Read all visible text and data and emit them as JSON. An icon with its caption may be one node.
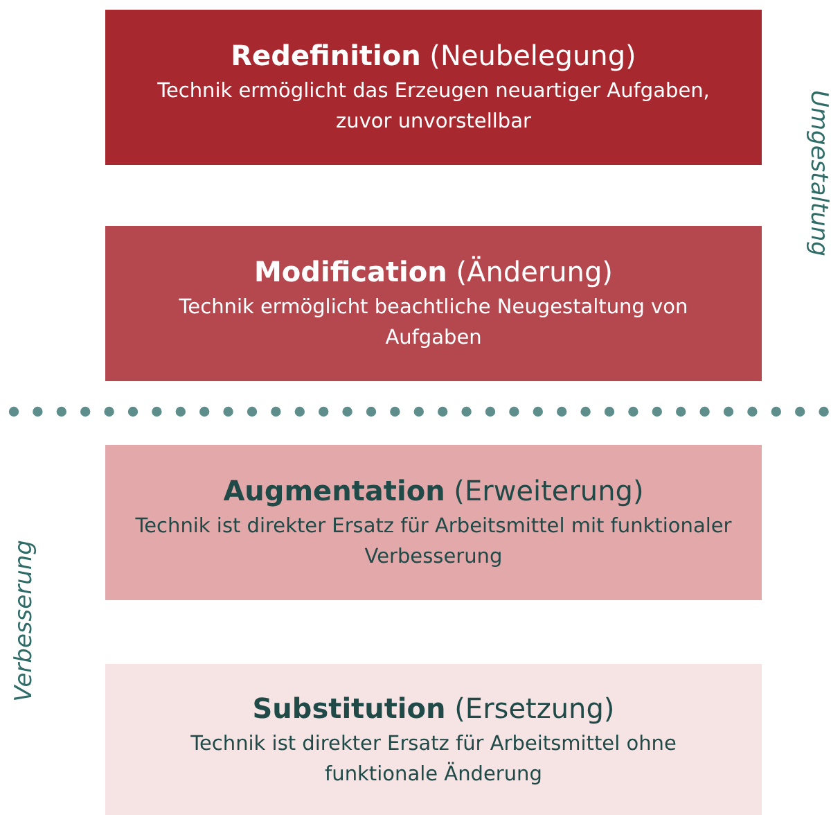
{
  "diagram": {
    "nodes": [
      {
        "text": [
          "**Redefinition** (Neubelegung)",
          "Technik ermöglicht das Erzeugen neuartiger Aufgaben, zuvor unvorstellbar"
        ]
      },
      {
        "text": [
          "**Modification** (Änderung)",
          "Technik ermöglicht beachtliche Neugestaltung von Aufgaben"
        ]
      },
      {
        "text": [
          "**Augmentation** (Erweiterung)",
          "Technik ist direkter Ersatz für Arbeitsmittel mit funktionaler Verbesserung"
        ]
      },
      {
        "text": [
          "**Substitution** (Ersetzung)",
          "Technik ist direkter Ersatz für Arbeitsmittel ohne funktionale Änderung"
        ]
      }
    ],
    "edges": [],
    "labels": [
      "Umgestaltung",
      "Verbesserung"
    ]
  }
}
